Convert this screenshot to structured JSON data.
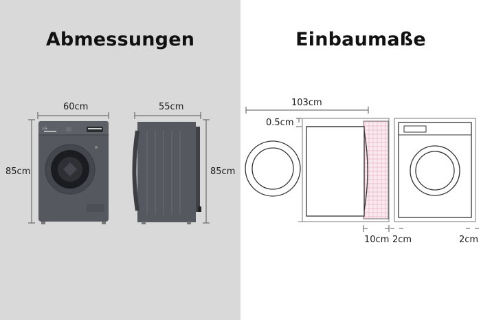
{
  "headings": {
    "dimensions": "Abmessungen",
    "installation": "Einbaumaße"
  },
  "dimensions": {
    "width": "60cm",
    "depth": "55cm",
    "height_front": "85cm",
    "height_side": "85cm"
  },
  "installation": {
    "total_depth": "103cm",
    "top_gap": "0.5cm",
    "back_gap": "10cm",
    "side_gap": "2cm",
    "side_gap_right": "2cm"
  },
  "colors": {
    "left_background": "#d9d9d9",
    "right_background": "#ffffff",
    "machine_body": "#55585f",
    "outline": "#333333",
    "cabinet_hatch": "#e9b7c9"
  },
  "logo": "LG"
}
